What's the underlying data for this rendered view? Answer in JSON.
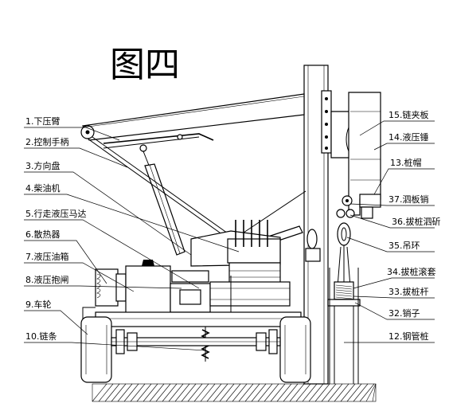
{
  "title": "图四",
  "left_labels": [
    "1.下压臂",
    "2.控制手柄",
    "3.方向盘",
    "4.柴油机",
    "5.行走液压马达",
    "6.散热器",
    "7.液压油箱",
    "8.液压抱闸",
    "9.车轮",
    "10.链条"
  ],
  "right_labels": [
    "15.链夹板",
    "14.液压锤",
    "13.桩帽",
    "37.泗板销",
    "36.拔桩泗斫",
    "35.吊环",
    "34.拔桩滚套",
    "33.拔桩杆",
    "32.销子",
    "12.钢管桩"
  ]
}
